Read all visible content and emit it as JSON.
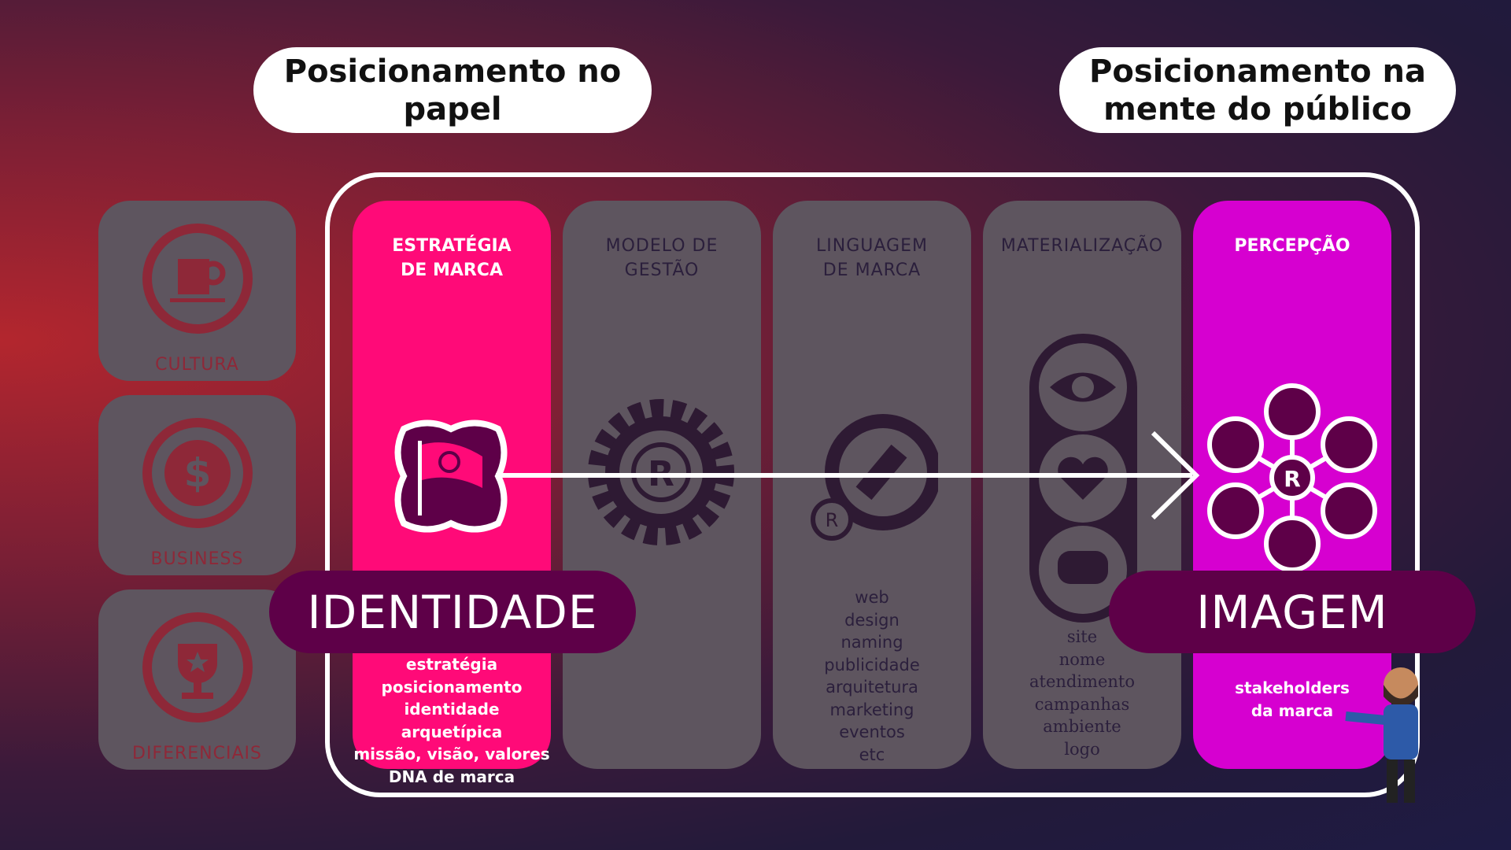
{
  "bubbles": {
    "left": "Posicionamento no\npapel",
    "right": "Posicionamento na\nmente do público"
  },
  "tiles": [
    {
      "label": "CULTURA",
      "icon": "coffee-cup-icon"
    },
    {
      "label": "BUSINESS",
      "icon": "dollar-coin-icon"
    },
    {
      "label": "DIFERENCIAIS",
      "icon": "trophy-icon"
    }
  ],
  "columns": [
    {
      "title": "ESTRATÉGIA\nDE MARCA",
      "icon": "flag-icon",
      "items": [
        "estratégia",
        "posicionamento",
        "identidade arquetípica",
        "missão, visão, valores",
        "DNA de marca"
      ]
    },
    {
      "title": "MODELO DE\nGESTÃO",
      "icon": "gear-icon",
      "items": []
    },
    {
      "title": "LINGUAGEM\nDE MARCA",
      "icon": "pencil-icon",
      "items": [
        "web",
        "design",
        "naming",
        "publicidade",
        "arquitetura",
        "marketing",
        "eventos",
        "etc"
      ]
    },
    {
      "title": "MATERIALIZAÇÃO",
      "icon": "eye-heart-chat-icon",
      "items": [
        "site",
        "nome",
        "atendimento",
        "campanhas",
        "ambiente",
        "logo"
      ]
    },
    {
      "title": "PERCEPÇÃO",
      "icon": "people-network-icon",
      "items": [
        "stakeholders",
        "da marca"
      ]
    }
  ],
  "pills": {
    "left": "IDENTIDADE",
    "right": "IMAGEM"
  },
  "colors": {
    "pink": "#ff0a78",
    "magenta": "#d600d0",
    "gray": "#5e555f",
    "plum": "#5e0048"
  }
}
